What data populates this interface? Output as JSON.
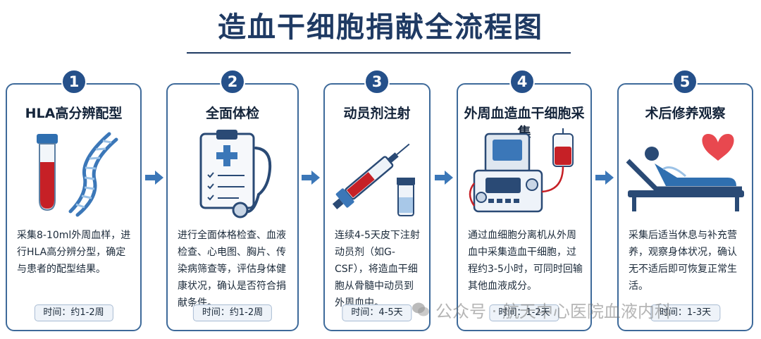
{
  "title": "造血干细胞捐献全流程图",
  "steps": [
    {
      "number": "1",
      "title": "HLA高分辨配型",
      "description": "采集8-10ml外周血样，进行HLA高分辨分型，确定与患者的配型结果。",
      "time": "时间：约1-2周",
      "icon": "test-tube-dna-icon"
    },
    {
      "number": "2",
      "title": "全面体检",
      "description": "进行全面体格检查、血液检查、心电图、胸片、传染病筛查等，评估身体健康状况，确认是否符合捐献条件。",
      "time": "时间：约1-2周",
      "icon": "clipboard-stethoscope-icon"
    },
    {
      "number": "3",
      "title": "动员剂注射",
      "description": "连续4-5天皮下注射动员剂（如G-CSF），将造血干细胞从骨髓中动员到外周血中。",
      "time": "时间：4-5天",
      "icon": "syringe-vial-icon"
    },
    {
      "number": "4",
      "title": "外周血造血干细胞采集",
      "description": "通过血细胞分离机从外周血中采集造血干细胞，过程约3-5小时，可同时回输其他血液成分。",
      "time": "时间：1-2天",
      "icon": "apheresis-machine-icon"
    },
    {
      "number": "5",
      "title": "术后修养观察",
      "description": "采集后适当休息与补充营养，观察身体状况，确认无不适后即可恢复正常生活。",
      "time": "时间：1-3天",
      "icon": "bed-heart-icon"
    }
  ],
  "watermark": "公众号 · 航天中心医院血液内科",
  "colors": {
    "navy": "#1f3a63",
    "border": "#3e6a9a",
    "arrow": "#3b77b8",
    "blood": "#c62026",
    "heart": "#e8484f"
  }
}
